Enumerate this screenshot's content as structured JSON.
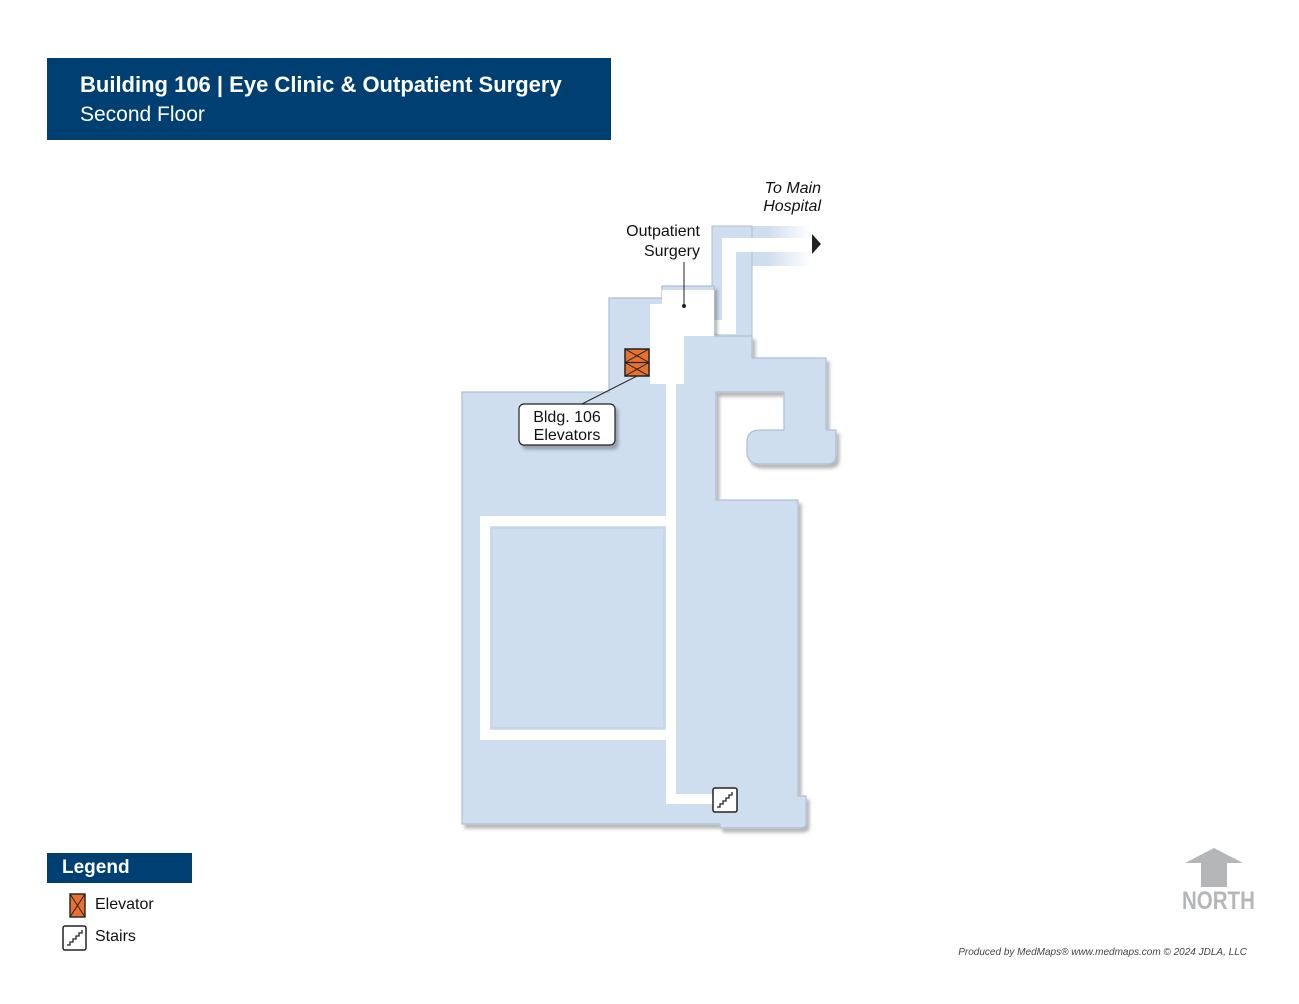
{
  "header": {
    "title": "Building 106 | Eye Clinic & Outpatient Surgery",
    "subtitle": "Second Floor"
  },
  "map": {
    "labels": {
      "to_main_line1": "To Main",
      "to_main_line2": "Hospital",
      "outpatient_line1": "Outpatient",
      "outpatient_line2": "Surgery",
      "elevators_line1": "Bldg. 106",
      "elevators_line2": "Elevators"
    },
    "colors": {
      "floor": "#cfdeef",
      "outline": "#aebfd2",
      "corridor": "#ffffff",
      "elevator": "#e8722d",
      "header": "#003f72"
    },
    "icons": [
      "elevator-icon",
      "stairs-icon",
      "arrow-right-icon",
      "north-arrow-icon"
    ]
  },
  "legend": {
    "title": "Legend",
    "items": [
      {
        "label": "Elevator",
        "icon": "elevator-icon"
      },
      {
        "label": "Stairs",
        "icon": "stairs-icon"
      }
    ]
  },
  "compass": {
    "label": "NORTH"
  },
  "footer": {
    "text": "Produced by MedMaps®  www.medmaps.com   © 2024 JDLA, LLC"
  }
}
